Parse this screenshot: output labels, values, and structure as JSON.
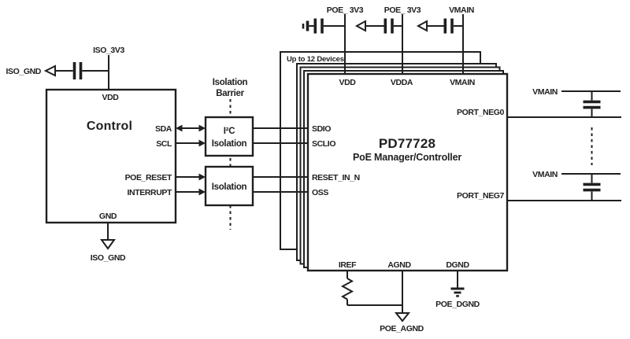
{
  "colors": {
    "line": "#1f1f1f",
    "text": "#1f1f1f",
    "background": "#ffffff"
  },
  "control": {
    "title": "Control",
    "vdd": "VDD",
    "gnd": "GND",
    "sda": "SDA",
    "scl": "SCL",
    "poe_reset": "POE_RESET",
    "interrupt": "INTERRUPT"
  },
  "power_left": {
    "rail": "ISO_3V3",
    "rail_gnd": "ISO_GND",
    "chip_gnd": "ISO_GND"
  },
  "barrier": {
    "line1": "Isolation",
    "line2": "Barrier",
    "i2c_top": "I²C",
    "i2c_bottom": "Isolation",
    "reset_box": "Isolation"
  },
  "devices": {
    "note": "Up to 12 Devices"
  },
  "pd": {
    "part": "PD77728",
    "subtitle": "PoE Manager/Controller",
    "vdd": "VDD",
    "vdda": "VDDA",
    "vmain": "VMAIN",
    "sdio": "SDIO",
    "sclio": "SCLIO",
    "reset_in_n": "RESET_IN_N",
    "oss": "OSS",
    "port_neg0": "PORT_NEG0",
    "port_neg7": "PORT_NEG7",
    "iref": "IREF",
    "agnd": "AGND",
    "dgnd": "DGND"
  },
  "power_top": {
    "rail1": "POE_ 3V3",
    "rail2": "POE_ 3V3",
    "rail3": "VMAIN"
  },
  "ports_right": {
    "vmain0": "VMAIN",
    "vmain7": "VMAIN"
  },
  "grounds": {
    "poe_agnd": "POE_AGND",
    "poe_dgnd": "POE_DGND"
  }
}
